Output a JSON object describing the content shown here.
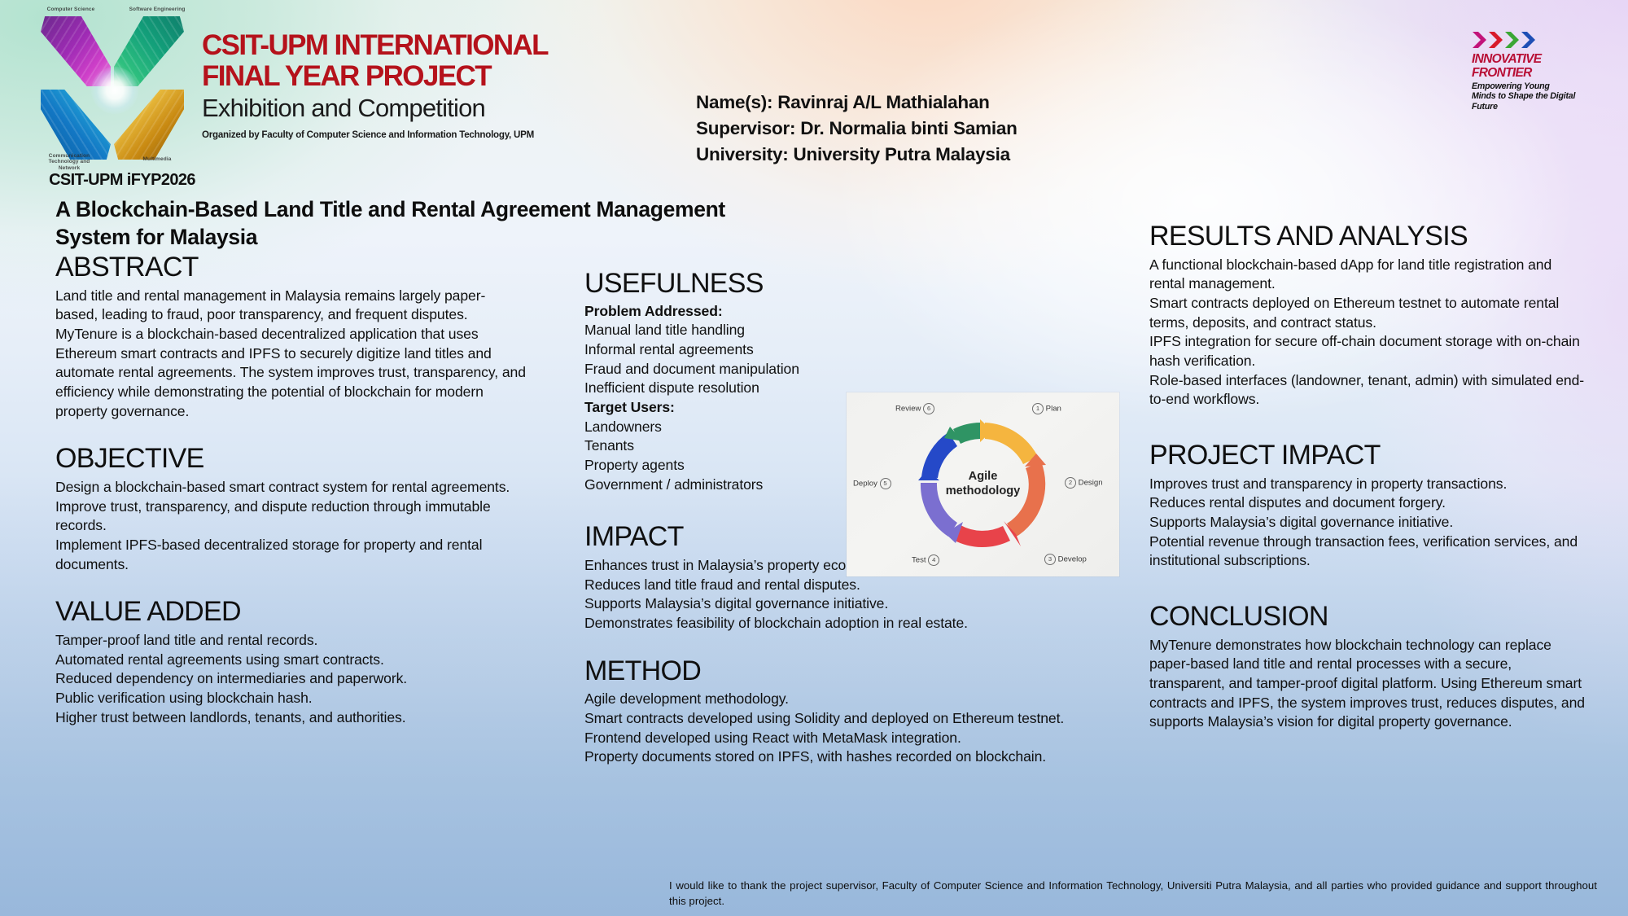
{
  "header": {
    "logo": {
      "caption": "CSIT-UPM iFYP2026",
      "quadrant_labels": [
        "Computer Science",
        "Software Engineering",
        "Communication Technology and Network",
        "Multimedia"
      ]
    },
    "event_title_line1": "CSIT-UPM INTERNATIONAL",
    "event_title_line2": "FINAL YEAR PROJECT",
    "event_subtitle": "Exhibition and Competition",
    "organizer": "Organized by Faculty of Computer Science and Information Technology, UPM",
    "authors": {
      "names": "Name(s): Ravinraj A/L Mathialahan",
      "supervisor": "Supervisor: Dr. Normalia binti Samian",
      "university": "University: University Putra Malaysia"
    },
    "sponsor_logo": {
      "name_line1": "INNOVATIVE",
      "name_line2": "FRONTIER",
      "tagline": "Empowering Young Minds to Shape the Digital Future",
      "chevron_colors": [
        "#c2147a",
        "#d81b2b",
        "#3aa635",
        "#1f4fb5"
      ],
      "name_color": "#b80f35"
    }
  },
  "poster": {
    "title": "A Blockchain-Based Land Title and Rental Agreement Management System for Malaysia",
    "sections": {
      "abstract": {
        "heading": "ABSTRACT",
        "body": "Land title and rental management in Malaysia remains largely paper-based, leading to fraud, poor transparency, and frequent disputes. MyTenure is a blockchain-based decentralized application that uses Ethereum smart contracts and IPFS to securely digitize land titles and automate rental agreements. The system improves trust, transparency, and efficiency while demonstrating the potential of blockchain for modern property governance."
      },
      "objective": {
        "heading": "OBJECTIVE",
        "items": [
          "Design a blockchain-based smart contract system for rental agreements.",
          "Improve trust, transparency, and dispute reduction through immutable records.",
          "Implement IPFS-based decentralized storage for property and rental documents."
        ]
      },
      "value_added": {
        "heading": "VALUE ADDED",
        "items": [
          "Tamper-proof land title and rental records.",
          "Automated rental agreements using smart contracts.",
          "Reduced dependency on intermediaries and paperwork.",
          "Public verification using blockchain hash.",
          "Higher trust between landlords, tenants, and authorities."
        ]
      },
      "usefulness": {
        "heading": "USEFULNESS",
        "problem_label": "Problem Addressed:",
        "problems": [
          "Manual land title handling",
          "Informal rental agreements",
          "Fraud and document manipulation",
          "Inefficient dispute resolution"
        ],
        "users_label": "Target Users:",
        "users": [
          "Landowners",
          "Tenants",
          "Property agents",
          "Government / administrators"
        ]
      },
      "impact": {
        "heading": "IMPACT",
        "items": [
          "Enhances trust in Malaysia’s property ecosystem.",
          "Reduces land title fraud and rental disputes.",
          "Supports Malaysia’s digital governance initiative.",
          "Demonstrates feasibility of blockchain adoption in real estate."
        ]
      },
      "method": {
        "heading": "METHOD",
        "items": [
          "Agile development methodology.",
          "Smart contracts developed using Solidity and deployed on Ethereum testnet.",
          "Frontend developed using React with MetaMask integration.",
          "Property documents stored on IPFS, with hashes recorded on blockchain."
        ]
      },
      "results": {
        "heading": "RESULTS AND ANALYSIS",
        "items": [
          "A functional blockchain-based dApp for land title registration and rental management.",
          "Smart contracts deployed on Ethereum testnet to automate rental terms, deposits, and contract status.",
          "IPFS integration for secure off-chain document storage with on-chain hash verification.",
          "Role-based interfaces (landowner, tenant, admin) with simulated end-to-end workflows."
        ]
      },
      "project_impact": {
        "heading": "PROJECT IMPACT",
        "items": [
          "Improves trust and transparency in property transactions.",
          "Reduces rental disputes and document forgery.",
          "Supports Malaysia’s digital governance initiative.",
          "Potential revenue through transaction fees, verification services, and institutional subscriptions."
        ]
      },
      "conclusion": {
        "heading": "CONCLUSION",
        "body": "MyTenure demonstrates how blockchain technology can replace paper-based land title and rental processes with a secure, transparent, and tamper-proof digital platform. Using Ethereum smart contracts and IPFS, the system improves trust, reduces disputes, and supports Malaysia’s vision for digital property governance."
      }
    },
    "acknowledgement": "I would like to thank the project supervisor, Faculty of Computer Science and Information Technology, Universiti Putra Malaysia, and all parties who provided guidance and support throughout this project."
  },
  "figure": {
    "center_line1": "Agile",
    "center_line2": "methodology",
    "phases": [
      {
        "number": "1",
        "label": "Plan",
        "color": "#f5b53f"
      },
      {
        "number": "2",
        "label": "Design",
        "color": "#e8714c"
      },
      {
        "number": "3",
        "label": "Develop",
        "color": "#e8434a"
      },
      {
        "number": "4",
        "label": "Test",
        "color": "#7b6fd0"
      },
      {
        "number": "5",
        "label": "Deploy",
        "color": "#2549c8"
      },
      {
        "number": "6",
        "label": "Review",
        "color": "#2f9464"
      }
    ]
  }
}
